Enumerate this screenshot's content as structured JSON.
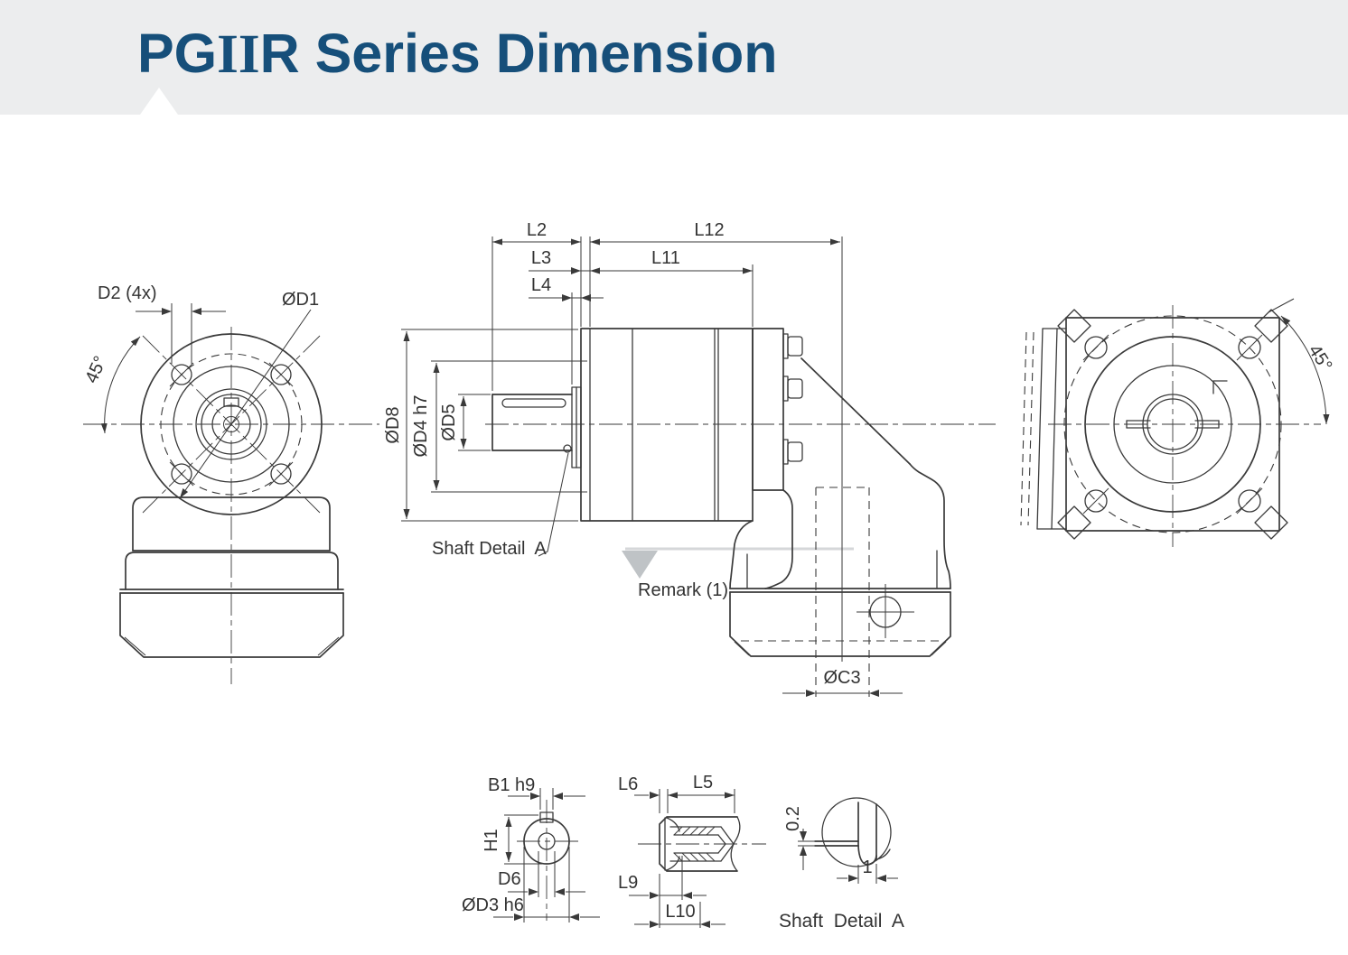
{
  "header": {
    "title_pg": "PG",
    "title_ii": "II",
    "title_rest": "R Series Dimension"
  },
  "labels": {
    "front_view": {
      "d2": "D2 (4x)",
      "d1": "ØD1",
      "angle": "45°"
    },
    "side_view": {
      "l2": "L2",
      "l3": "L3",
      "l4": "L4",
      "l11": "L11",
      "l12": "L12",
      "d8": "ØD8",
      "d4": "ØD4 h7",
      "d5": "ØD5",
      "shaft_detail_ref": "Shaft Detail  A",
      "remark": "Remark (1)",
      "c3": "ØC3"
    },
    "rear_view": {
      "angle": "45°"
    },
    "shaft_section": {
      "b1": "B1 h9",
      "h1": "H1",
      "d6": "D6",
      "d3": "ØD3 h6"
    },
    "shaft_end": {
      "l6": "L6",
      "l5": "L5",
      "l9": "L9",
      "l10": "L10"
    },
    "detail_a": {
      "depth": "0.2",
      "width": "1",
      "caption": "Shaft  Detail  A"
    }
  },
  "colors": {
    "accent_blue": "#164f7a",
    "band_gray": "#ecedee",
    "line": "#3a3a3a",
    "watermark_gray": "#bfc3c6"
  }
}
